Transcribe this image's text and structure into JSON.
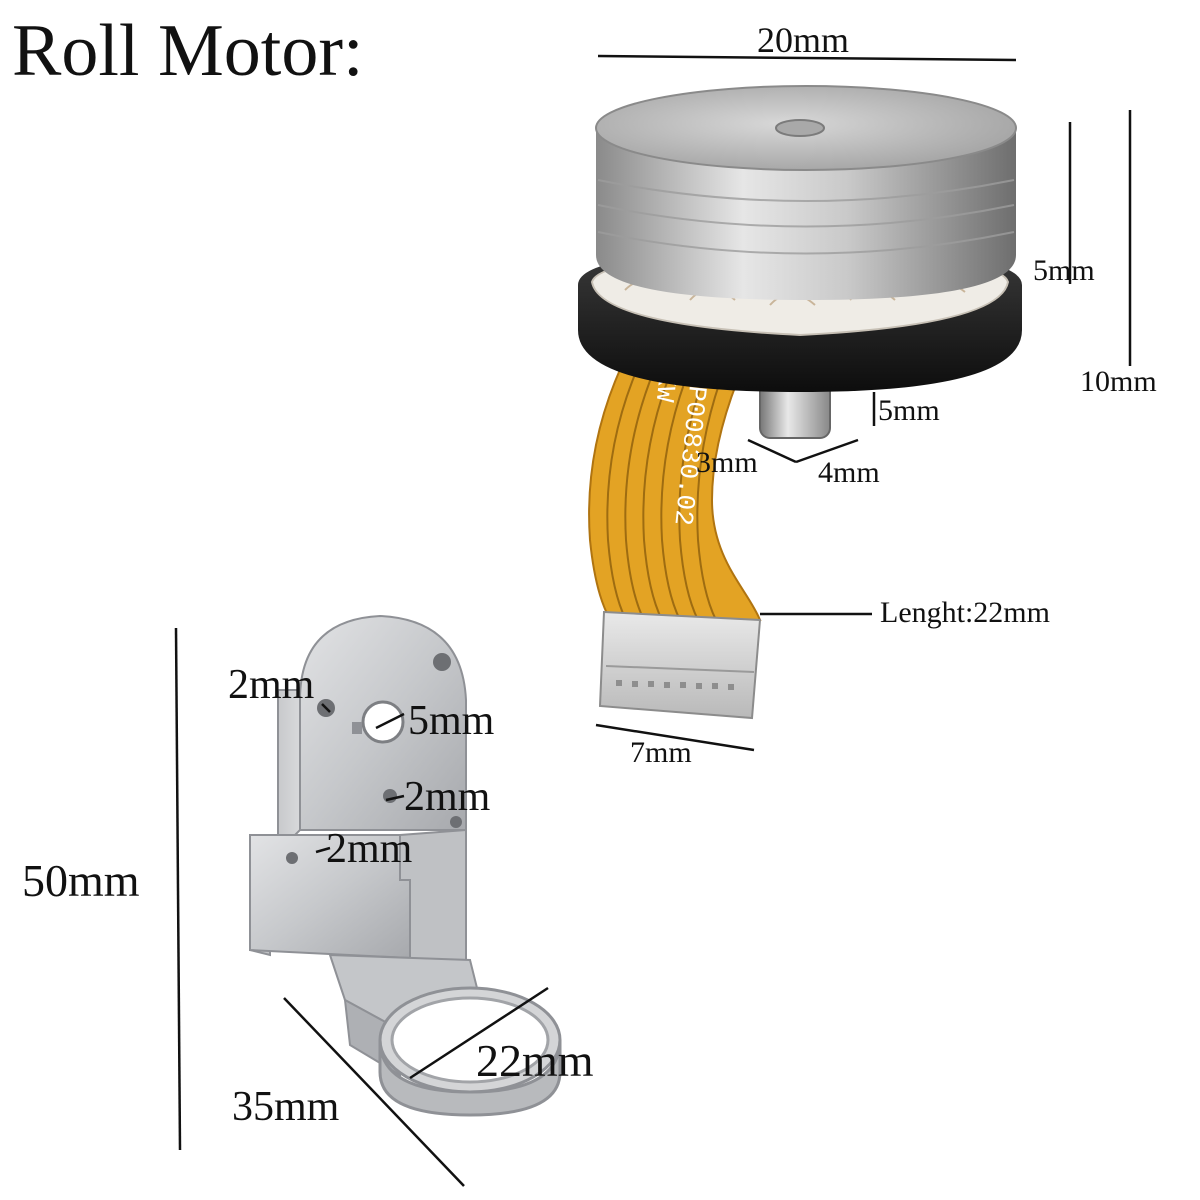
{
  "title": "Roll Motor:",
  "motor": {
    "dim_diameter": "20mm",
    "dim_body_height": "5mm",
    "dim_total_height": "10mm",
    "dim_shaft_length": "5mm",
    "dim_shaft_a": "3mm",
    "dim_shaft_b": "4mm",
    "cable_length": "Lenght:22mm",
    "connector_width": "7mm",
    "flex_print": "P00830.02",
    "flex_mark": "KW"
  },
  "bracket": {
    "hole_top": "2mm",
    "center_hole": "5mm",
    "hole_mid": "2mm",
    "hole_low": "2mm",
    "height": "50mm",
    "ring_diameter": "22mm",
    "base_width": "35mm"
  },
  "colors": {
    "metal_light": "#e4e4e4",
    "metal_mid": "#b8b8b8",
    "metal_dark": "#7a7a7a",
    "flex_cable": "#e0a020",
    "motor_base": "#1a1a1a",
    "bracket": "#cfd1d3"
  }
}
